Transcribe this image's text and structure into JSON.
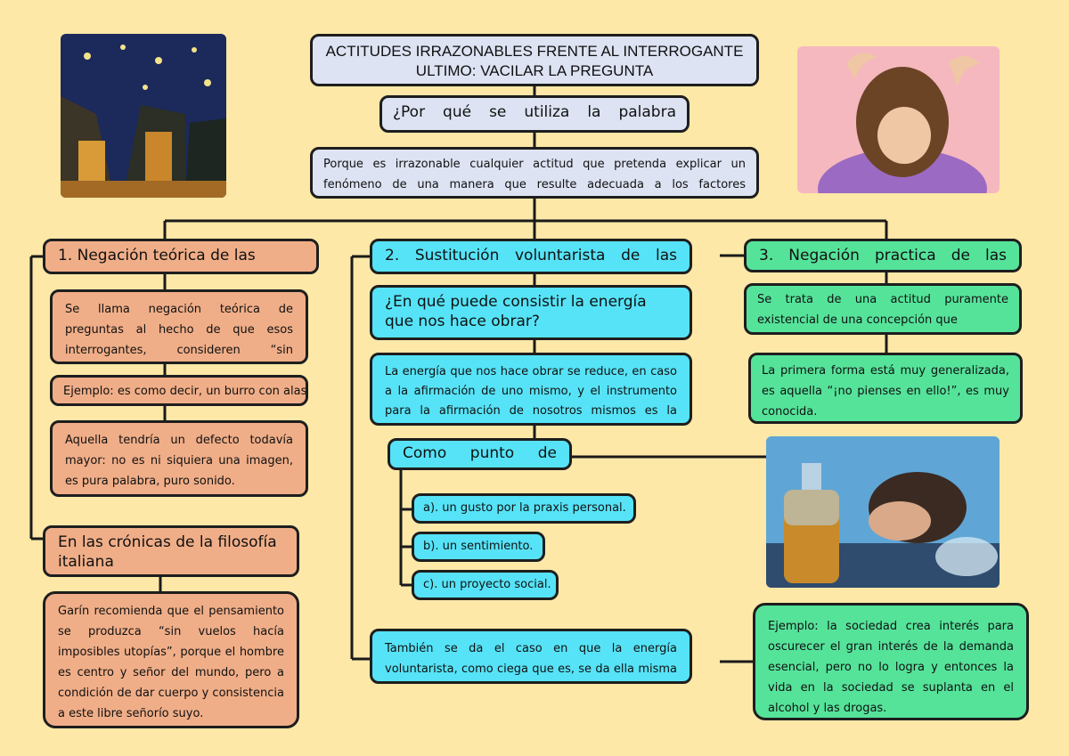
{
  "title": "ACTITUDES IRRAZONABLES FRENTE AL INTERROGANTE ULTIMO: VACILAR LA PREGUNTA",
  "question_main": "¿Por qué se utiliza la palabra",
  "answer_main": "Porque es irrazonable cualquier actitud que pretenda explicar un fenómeno de una manera que resulte adecuada a los factores implicados",
  "branch1": {
    "header": "1. Negación teórica de las",
    "definition": "Se llama negación teórica de preguntas al hecho de que esos interrogantes, consideren “sin sentido”.",
    "example": "Ejemplo: es como decir, un burro con alas",
    "defect": "Aquella tendría un defecto todavía mayor: no es ni siquiera una imagen, es pura palabra, puro sonido.",
    "chronicles_header": "En las crónicas de la filosofía italiana",
    "garin": "Garín recomienda que el pensamiento se produzca “sin vuelos hacía imposibles utopías”, porque el hombre es centro y señor del mundo, pero a condición de dar cuerpo y consistencia a este libre señorío suyo."
  },
  "branch2": {
    "header": "2. Sustitución voluntarista de las",
    "question": "¿En qué puede consistir la energía que nos hace obrar?",
    "answer": "La energía que nos hace obrar se reduce, en caso a la afirmación de uno mismo, y el instrumento para la afirmación de nosotros mismos es la voluntad.",
    "point_header": "Como punto de",
    "points": [
      "a). un gusto por la praxis personal.",
      "b). un sentimiento.",
      "c). un proyecto social."
    ],
    "also": "También se da el caso en que la energía voluntarista, como ciega que es, se da ella misma un fin."
  },
  "branch3": {
    "header": "3. Negación practica de las",
    "definition": "Se trata de una actitud puramente existencial de una concepción que",
    "first_form": "La primera forma está muy generalizada, es aquella “¡no pienses en ello!”, es muy conocida.",
    "example": "Ejemplo: la sociedad crea interés para oscurecer el gran interés de la demanda esencial, pero no lo logra y entonces la vida en la sociedad se suplanta en el alcohol y las drogas."
  },
  "colors": {
    "background": "#fde8a8",
    "lavender": "#dde3f3",
    "orange": "#f0ae88",
    "cyan": "#56e3f7",
    "green": "#55e39a"
  }
}
